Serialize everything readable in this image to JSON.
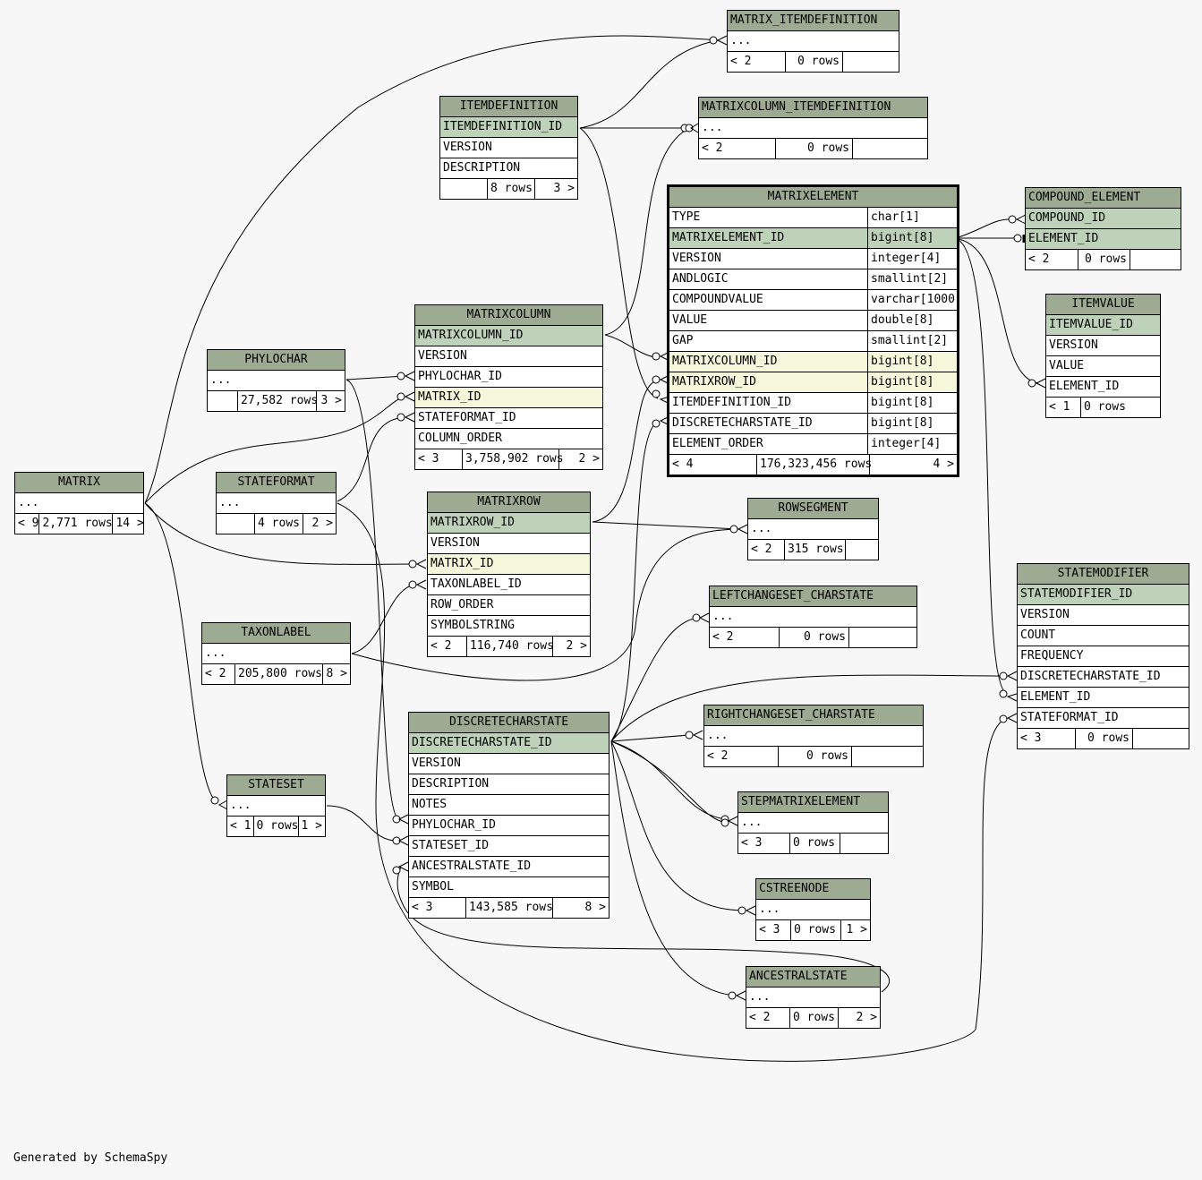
{
  "generated_by": "Generated by SchemaSpy",
  "tables": {
    "matrix_itemdefinition": {
      "name": "MATRIX_ITEMDEFINITION",
      "rows": [
        "..."
      ],
      "footer": [
        "< 2",
        "0 rows",
        ""
      ]
    },
    "itemdefinition": {
      "name": "ITEMDEFINITION",
      "rows": [
        "ITEMDEFINITION_ID",
        "VERSION",
        "DESCRIPTION"
      ],
      "footer": [
        "",
        "8 rows",
        "3 >"
      ]
    },
    "matrixcolumn_itemdefinition": {
      "name": "MATRIXCOLUMN_ITEMDEFINITION",
      "rows": [
        "..."
      ],
      "footer": [
        "< 2",
        "0 rows",
        ""
      ]
    },
    "matrixelement": {
      "name": "MATRIXELEMENT",
      "rows": [
        {
          "col": "TYPE",
          "type": "char[1]"
        },
        {
          "col": "MATRIXELEMENT_ID",
          "type": "bigint[8]"
        },
        {
          "col": "VERSION",
          "type": "integer[4]"
        },
        {
          "col": "ANDLOGIC",
          "type": "smallint[2]"
        },
        {
          "col": "COMPOUNDVALUE",
          "type": "varchar[1000]"
        },
        {
          "col": "VALUE",
          "type": "double[8]"
        },
        {
          "col": "GAP",
          "type": "smallint[2]"
        },
        {
          "col": "MATRIXCOLUMN_ID",
          "type": "bigint[8]"
        },
        {
          "col": "MATRIXROW_ID",
          "type": "bigint[8]"
        },
        {
          "col": "ITEMDEFINITION_ID",
          "type": "bigint[8]"
        },
        {
          "col": "DISCRETECHARSTATE_ID",
          "type": "bigint[8]"
        },
        {
          "col": "ELEMENT_ORDER",
          "type": "integer[4]"
        }
      ],
      "footer": [
        "< 4",
        "176,323,456 rows",
        "4 >"
      ]
    },
    "compound_element": {
      "name": "COMPOUND_ELEMENT",
      "rows": [
        "COMPOUND_ID",
        "ELEMENT_ID"
      ],
      "footer": [
        "< 2",
        "0 rows",
        ""
      ]
    },
    "itemvalue": {
      "name": "ITEMVALUE",
      "rows": [
        "ITEMVALUE_ID",
        "VERSION",
        "VALUE",
        "ELEMENT_ID"
      ],
      "footer": [
        "< 1",
        "0 rows"
      ]
    },
    "matrixcolumn": {
      "name": "MATRIXCOLUMN",
      "rows": [
        "MATRIXCOLUMN_ID",
        "VERSION",
        "PHYLOCHAR_ID",
        "MATRIX_ID",
        "STATEFORMAT_ID",
        "COLUMN_ORDER"
      ],
      "footer": [
        "< 3",
        "3,758,902 rows",
        "2 >"
      ]
    },
    "phylochar": {
      "name": "PHYLOCHAR",
      "rows": [
        "..."
      ],
      "footer": [
        "",
        "27,582 rows",
        "3 >"
      ]
    },
    "matrix": {
      "name": "MATRIX",
      "rows": [
        "..."
      ],
      "footer": [
        "< 9",
        "2,771 rows",
        "14 >"
      ]
    },
    "stateformat": {
      "name": "STATEFORMAT",
      "rows": [
        "..."
      ],
      "footer": [
        "",
        "4 rows",
        "2 >"
      ]
    },
    "matrixrow": {
      "name": "MATRIXROW",
      "rows": [
        "MATRIXROW_ID",
        "VERSION",
        "MATRIX_ID",
        "TAXONLABEL_ID",
        "ROW_ORDER",
        "SYMBOLSTRING"
      ],
      "footer": [
        "< 2",
        "116,740 rows",
        "2 >"
      ]
    },
    "rowsegment": {
      "name": "ROWSEGMENT",
      "rows": [
        "..."
      ],
      "footer": [
        "< 2",
        "315 rows",
        ""
      ]
    },
    "leftchangeset_charstate": {
      "name": "LEFTCHANGESET_CHARSTATE",
      "rows": [
        "..."
      ],
      "footer": [
        "< 2",
        "0 rows",
        ""
      ]
    },
    "statemodifier": {
      "name": "STATEMODIFIER",
      "rows": [
        "STATEMODIFIER_ID",
        "VERSION",
        "COUNT",
        "FREQUENCY",
        "DISCRETECHARSTATE_ID",
        "ELEMENT_ID",
        "STATEFORMAT_ID"
      ],
      "footer": [
        "< 3",
        "0 rows",
        ""
      ]
    },
    "taxonlabel": {
      "name": "TAXONLABEL",
      "rows": [
        "..."
      ],
      "footer": [
        "< 2",
        "205,800 rows",
        "8 >"
      ]
    },
    "discretecharstate": {
      "name": "DISCRETECHARSTATE",
      "rows": [
        "DISCRETECHARSTATE_ID",
        "VERSION",
        "DESCRIPTION",
        "NOTES",
        "PHYLOCHAR_ID",
        "STATESET_ID",
        "ANCESTRALSTATE_ID",
        "SYMBOL"
      ],
      "footer": [
        "< 3",
        "143,585 rows",
        "8 >"
      ]
    },
    "rightchangeset_charstate": {
      "name": "RIGHTCHANGESET_CHARSTATE",
      "rows": [
        "..."
      ],
      "footer": [
        "< 2",
        "0 rows",
        ""
      ]
    },
    "stateset": {
      "name": "STATESET",
      "rows": [
        "..."
      ],
      "footer": [
        "< 1",
        "0 rows",
        "1 >"
      ]
    },
    "stepmatrixelement": {
      "name": "STEPMATRIXELEMENT",
      "rows": [
        "..."
      ],
      "footer": [
        "< 3",
        "0 rows",
        ""
      ]
    },
    "cstreenode": {
      "name": "CSTREENODE",
      "rows": [
        "..."
      ],
      "footer": [
        "< 3",
        "0 rows",
        "1 >"
      ]
    },
    "ancestralstate": {
      "name": "ANCESTRALSTATE",
      "rows": [
        "..."
      ],
      "footer": [
        "< 2",
        "0 rows",
        "2 >"
      ]
    }
  }
}
